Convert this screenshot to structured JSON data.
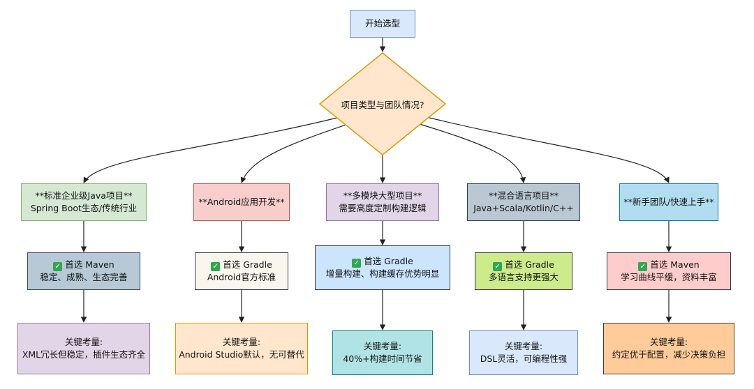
{
  "start": {
    "label": "开始选型"
  },
  "decision": {
    "label": "项目类型与团队情况?"
  },
  "branches": [
    {
      "category": {
        "line1": "**标准企业级Java项目**",
        "line2": "Spring Boot生态/传统行业",
        "fill": "#d5e8d4",
        "stroke": "#82b366"
      },
      "choice": {
        "line1": "首选 Maven",
        "line2": "稳定、成熟、生态完善",
        "fill": "#b7c9d6",
        "stroke": "#3a4a5a"
      },
      "key": {
        "line1": "关键考量:",
        "line2": "XML冗长但稳定，插件生态齐全",
        "fill": "#e1d5e7",
        "stroke": "#9673a6"
      }
    },
    {
      "category": {
        "line1": "**Android应用开发**",
        "line2": "",
        "fill": "#f8cecc",
        "stroke": "#b85450"
      },
      "choice": {
        "line1": "首选 Gradle",
        "line2": "Android官方标准",
        "fill": "#f9f7ed",
        "stroke": "#36393d"
      },
      "key": {
        "line1": "关键考量:",
        "line2": "Android Studio默认，无可替代",
        "fill": "#ffe6cc",
        "stroke": "#d79b00"
      }
    },
    {
      "category": {
        "line1": "**多模块大型项目**",
        "line2": "需要高度定制构建逻辑",
        "fill": "#e1d5e7",
        "stroke": "#9673a6"
      },
      "choice": {
        "line1": "首选 Gradle",
        "line2": "增量构建、构建缓存优势明显",
        "fill": "#cce5ff",
        "stroke": "#36393d"
      },
      "key": {
        "line1": "关键考量:",
        "line2": "40%+构建时间节省",
        "fill": "#b0e3e6",
        "stroke": "#0e8088"
      }
    },
    {
      "category": {
        "line1": "**混合语言项目**",
        "line2": "Java+Scala/Kotlin/C++",
        "fill": "#bac8d3",
        "stroke": "#23445d"
      },
      "choice": {
        "line1": "首选 Gradle",
        "line2": "多语言支持更强大",
        "fill": "#cdeb8b",
        "stroke": "#36393d"
      },
      "key": {
        "line1": "关键考量:",
        "line2": "DSL灵活，可编程性强",
        "fill": "#dae8fc",
        "stroke": "#6c8ebf"
      }
    },
    {
      "category": {
        "line1": "**新手团队/快速上手**",
        "line2": "",
        "fill": "#b1ddf0",
        "stroke": "#10739e"
      },
      "choice": {
        "line1": "首选 Maven",
        "line2": "学习曲线平缓，资料丰富",
        "fill": "#ffcccc",
        "stroke": "#36393d"
      },
      "key": {
        "line1": "关键考量:",
        "line2": "约定优于配置，减少决策负担",
        "fill": "#ffcc99",
        "stroke": "#36393d"
      }
    }
  ],
  "colors": {
    "start_fill": "#dae8fc",
    "start_stroke": "#6c8ebf",
    "decision_fill": "#ffe6cc",
    "decision_stroke": "#d79b00",
    "edge": "#222222"
  }
}
